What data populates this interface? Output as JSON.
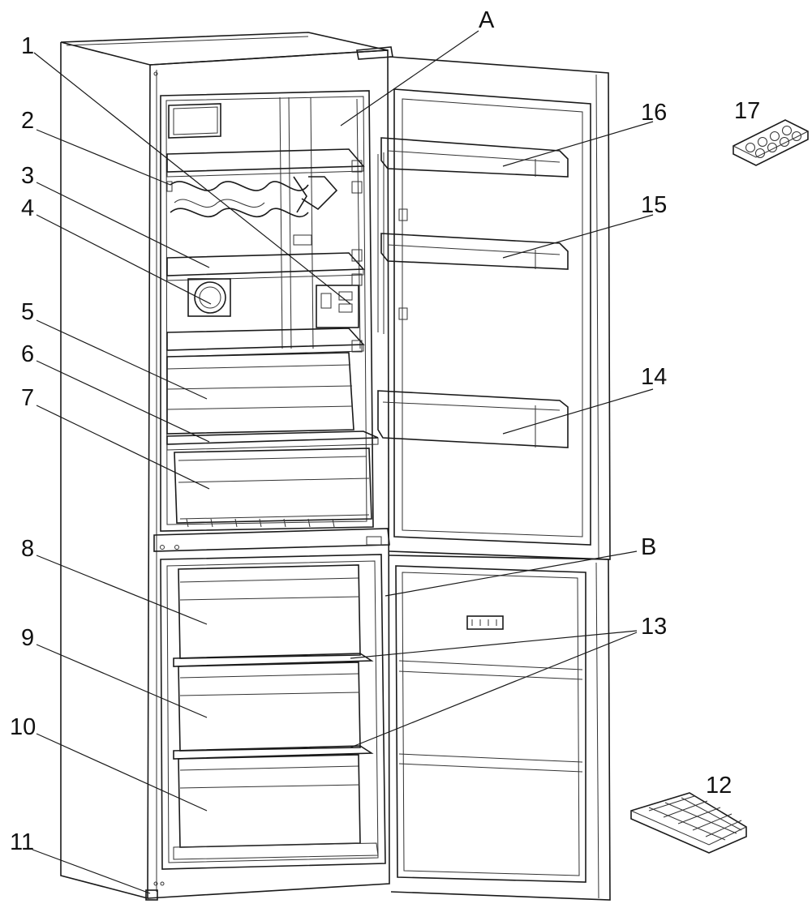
{
  "labels": {
    "A": "A",
    "B": "B",
    "n1": "1",
    "n2": "2",
    "n3": "3",
    "n4": "4",
    "n5": "5",
    "n6": "6",
    "n7": "7",
    "n8": "8",
    "n9": "9",
    "n10": "10",
    "n11": "11",
    "n12": "12",
    "n13": "13",
    "n14": "14",
    "n15": "15",
    "n16": "16",
    "n17": "17"
  }
}
